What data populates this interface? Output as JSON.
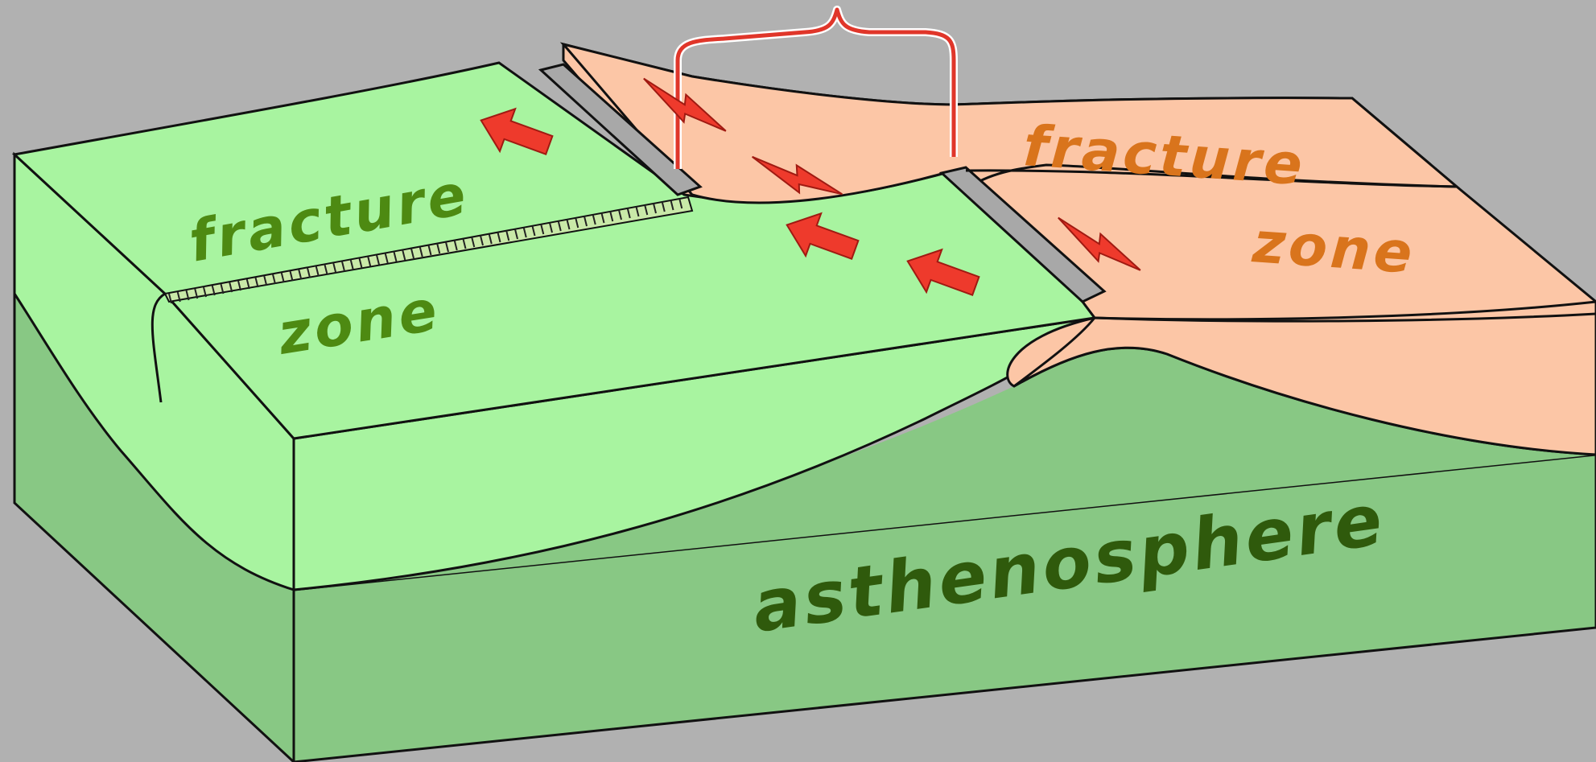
{
  "labels": {
    "green_fracture": "fracture",
    "green_zone": "zone",
    "orange_fracture": "fracture",
    "orange_zone": "zone",
    "asthenosphere": "asthenosphere"
  },
  "colors": {
    "background": "#b1b1b1",
    "green_plate": "#a8f4a0",
    "asthenosphere": "#88c884",
    "orange_plate": "#fcc6a6",
    "ridge_segment": "#a8a8a8",
    "arrow": "#ee3a2c",
    "green_text": "#4d8a12",
    "orange_text": "#d9741c",
    "dark_green_text": "#2f5a0c"
  },
  "icons": {
    "plate_motion_arrow": "arrow-icon",
    "transform_slip_arrow": "transform-arrow-icon",
    "bracket": "curly-bracket-icon"
  }
}
